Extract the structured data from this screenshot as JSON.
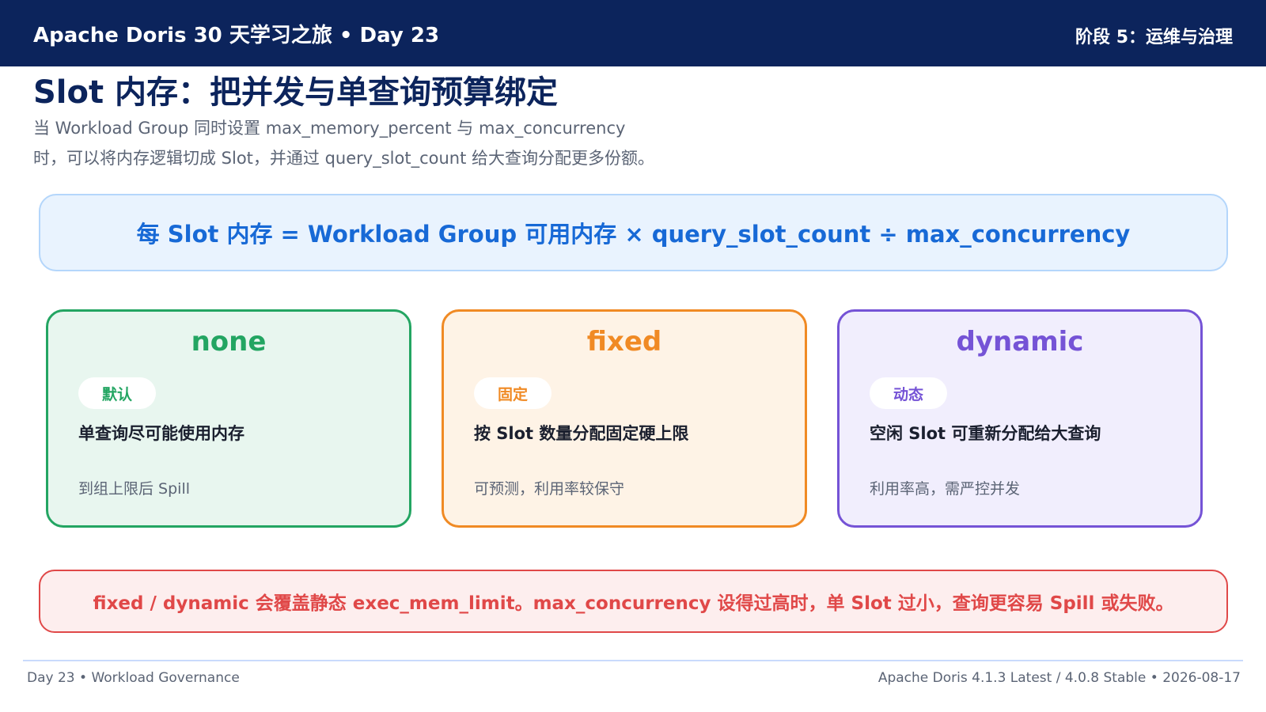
{
  "header": {
    "brand": "Apache Doris 30 天学习之旅 • Day 23",
    "phase": "阶段 5：运维与治理"
  },
  "title": "Slot 内存：把并发与单查询预算绑定",
  "subtitle": {
    "line1": "当 Workload Group 同时设置 max_memory_percent 与 max_concurrency",
    "line2": "时，可以将内存逻辑切成 Slot，并通过 query_slot_count 给大查询分配更多份额。"
  },
  "formula": "每 Slot 内存 = Workload Group 可用内存 × query_slot_count ÷ max_concurrency",
  "cards": [
    {
      "name": "none",
      "tag": "默认",
      "desc": "单查询尽可能使用内存",
      "note": "到组上限后 Spill",
      "color": "#23a562"
    },
    {
      "name": "fixed",
      "tag": "固定",
      "desc": "按 Slot 数量分配固定硬上限",
      "note": "可预测，利用率较保守",
      "color": "#f08a24"
    },
    {
      "name": "dynamic",
      "tag": "动态",
      "desc": "空闲 Slot 可重新分配给大查询",
      "note": "利用率高，需严控并发",
      "color": "#7553d6"
    }
  ],
  "warning": "fixed / dynamic 会覆盖静态 exec_mem_limit。max_concurrency 设得过高时，单 Slot 过小，查询更容易 Spill 或失败。",
  "footer": {
    "left": "Day 23 • Workload Governance",
    "right": "Apache Doris 4.1.3 Latest / 4.0.8 Stable • 2026-08-17"
  },
  "colors": {
    "header_bg": "#0c245c",
    "accent_blue": "#1769d6",
    "warning_red": "#e04848"
  }
}
